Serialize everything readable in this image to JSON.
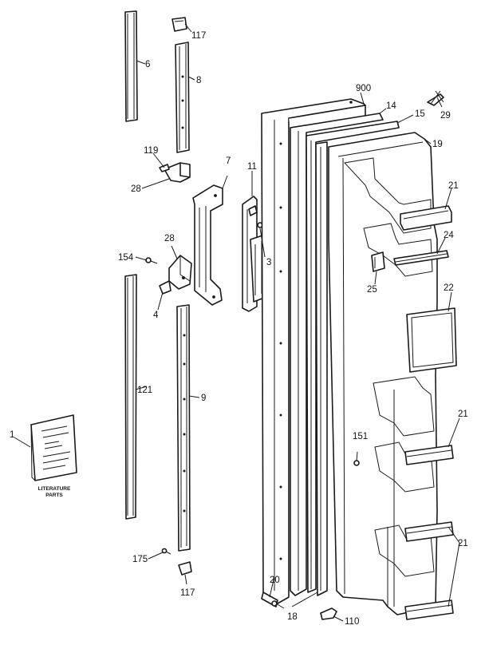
{
  "callouts": {
    "c900": "900",
    "c14": "14",
    "c15": "15",
    "c29": "29",
    "c19": "19",
    "c11": "11",
    "c3": "3",
    "c7": "7",
    "c6": "6",
    "c8": "8",
    "c117_top": "117",
    "c119": "119",
    "c28_top": "28",
    "c28_mid": "28",
    "c154": "154",
    "c4": "4",
    "c121": "121",
    "c9": "9",
    "c1": "1",
    "c175": "175",
    "c117_bot": "117",
    "c20": "20",
    "c18": "18",
    "c110": "110",
    "c151": "151",
    "c21_a": "21",
    "c24": "24",
    "c25": "25",
    "c22": "22",
    "c21_b": "21",
    "c21_c": "21"
  },
  "literature": {
    "line1": "LITERATURE",
    "line2": "PARTS"
  }
}
